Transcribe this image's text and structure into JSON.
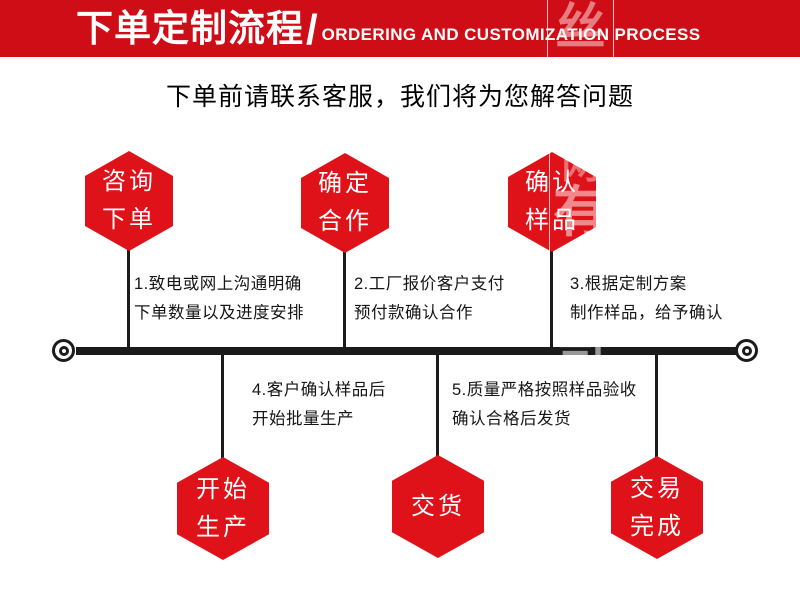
{
  "banner": {
    "title_cn": "下单定制流程",
    "divider": "/",
    "title_en": "ORDERING AND CUSTOMIZATION PROCESS",
    "bg_color": "#cf0d16",
    "text_color": "#ffffff"
  },
  "subtitle": "下单前请联系客服，我们将为您解答问题",
  "flow": {
    "node_color": "#e01219",
    "line_color": "#1b1b1b",
    "top_nodes": [
      {
        "line1": "咨询",
        "line2": "下单"
      },
      {
        "line1": "确定",
        "line2": "合作"
      },
      {
        "line1": "确认",
        "line2": "样品"
      }
    ],
    "bottom_nodes": [
      {
        "line1": "开始",
        "line2": "生产"
      },
      {
        "line1": "交货",
        "line2": ""
      },
      {
        "line1": "交易",
        "line2": "完成"
      }
    ],
    "steps": [
      {
        "line1": "1.致电或网上沟通明确",
        "line2": "下单数量以及进度安排"
      },
      {
        "line1": "2.工厂报价客户支付",
        "line2": "预付款确认合作"
      },
      {
        "line1": "3.根据定制方案",
        "line2": "制作样品，给予确认"
      },
      {
        "line1": "4.客户确认样品后",
        "line2": "开始批量生产"
      },
      {
        "line1": "5.质量严格按照样品验收",
        "line2": "确认合格后发货"
      }
    ]
  },
  "watermark": {
    "chars": [
      "丝",
      "网",
      "有",
      "司"
    ]
  }
}
